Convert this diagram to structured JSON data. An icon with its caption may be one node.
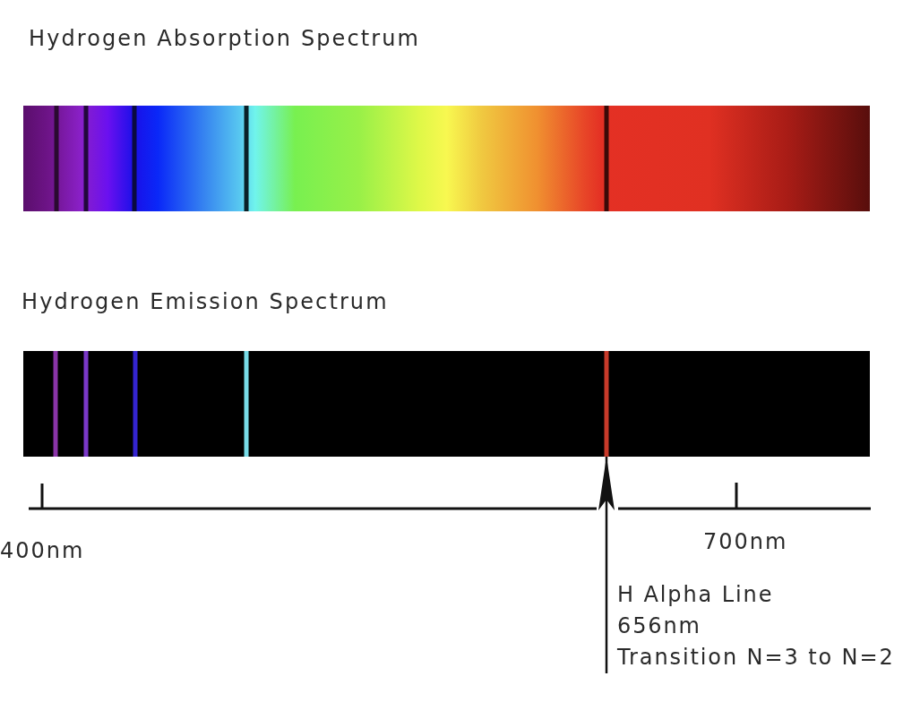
{
  "diagram": {
    "nodes": [
      {
        "text": [
          "Hydrogen Absorption Spectrum"
        ]
      },
      {
        "text": [
          "Hydrogen Emission Spectrum"
        ]
      },
      {
        "text": [
          "H Alpha Line",
          "656nm",
          "Transition N=3 to N=2"
        ]
      }
    ],
    "edges": [
      {
        "from": 2,
        "to": 1,
        "arrow": "to"
      }
    ],
    "labels": [
      "400nm",
      "700nm"
    ]
  }
}
